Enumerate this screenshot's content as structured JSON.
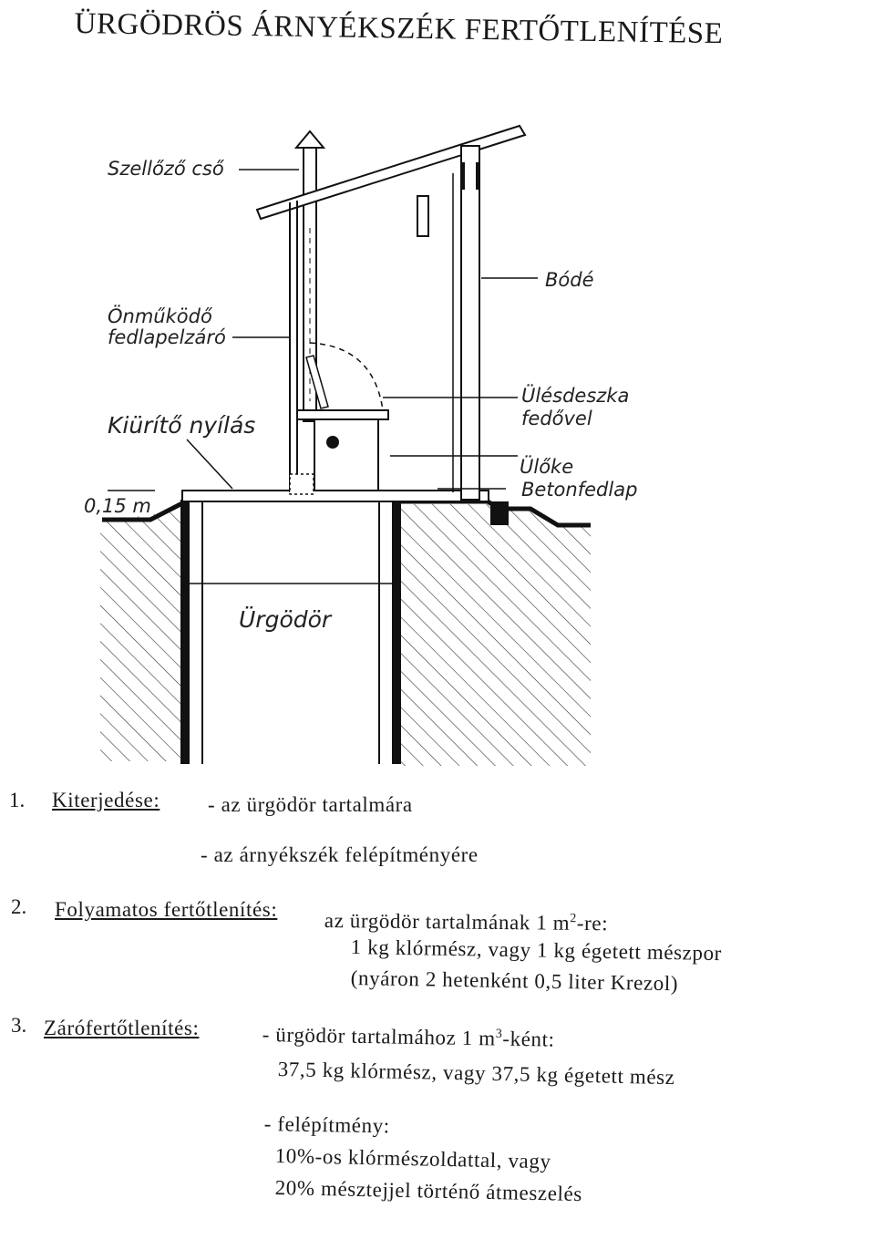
{
  "title": "ÜRGÖDRÖS ÁRNYÉKSZÉK FERTŐTLENÍTÉSE",
  "diagram": {
    "labels": {
      "vent_pipe": "Szellőző cső",
      "self_closing_lid_1": "Önműködő",
      "self_closing_lid_2": "fedlapelzáró",
      "emptying_opening": "Kiürítő nyílás",
      "height": "0,15 m",
      "hut": "Bódé",
      "seat_board_1": "Ülésdeszka",
      "seat_board_2": "fedővel",
      "seat": "Ülőke",
      "concrete_slab": "Betonfedlap",
      "pit": "Ürgödör"
    }
  },
  "sections": [
    {
      "number": "1.",
      "heading": "Kiterjedése:",
      "lines": [
        "- az ürgödör tartalmára",
        "- az árnyékszék felépítményére"
      ]
    },
    {
      "number": "2.",
      "heading": "Folyamatos fertőtlenítés:",
      "line1_pre": "az ürgödör tartalmának 1 m",
      "line1_sup": "2",
      "line1_post": "-re:",
      "lines": [
        "1 kg klórmész, vagy 1 kg égetett mészpor",
        "(nyáron 2 hetenként 0,5 liter Krezol)"
      ]
    },
    {
      "number": "3.",
      "heading": "Zárófertőtlenítés:",
      "line1_pre": "- ürgödör tartalmához 1 m",
      "line1_sup": "3",
      "line1_post": "-ként:",
      "lines": [
        "37,5 kg klórmész, vagy 37,5 kg égetett mész",
        "- felépítmény:",
        "10%-os klórmészoldattal, vagy",
        "20% mésztejjel történő átmeszelés"
      ]
    }
  ]
}
